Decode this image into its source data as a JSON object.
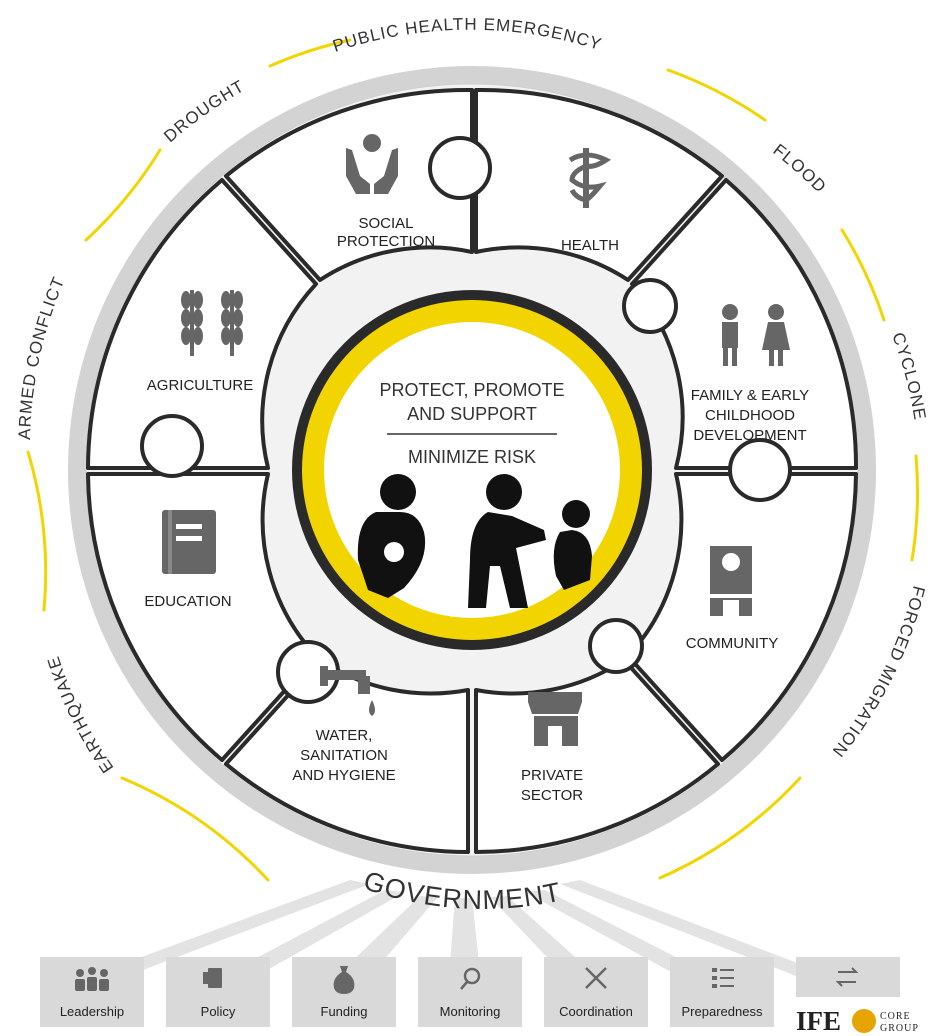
{
  "hazards": {
    "top": "PUBLIC HEALTH EMERGENCY",
    "flood": "FLOOD",
    "cyclone": "CYCLONE",
    "forced_migration": "FORCED MIGRATION",
    "drought": "DROUGHT",
    "armed_conflict": "ARMED CONFLICT",
    "earthquake": "EARTHQUAKE"
  },
  "government": "GOVERNMENT",
  "center": {
    "line1": "PROTECT, PROMOTE",
    "line2": "AND SUPPORT",
    "line3": "MINIMIZE RISK"
  },
  "sectors": {
    "social_protection": [
      "SOCIAL",
      "PROTECTION"
    ],
    "health": [
      "HEALTH"
    ],
    "family": [
      "FAMILY & EARLY",
      "CHILDHOOD",
      "DEVELOPMENT"
    ],
    "community": [
      "COMMUNITY"
    ],
    "private_sector": [
      "PRIVATE",
      "SECTOR"
    ],
    "wash": [
      "WATER,",
      "SANITATION",
      "AND HYGIENE"
    ],
    "education": [
      "EDUCATION"
    ],
    "agriculture": [
      "AGRICULTURE"
    ]
  },
  "pillars": {
    "leadership": "Leadership",
    "policy": "Policy",
    "funding": "Funding",
    "monitoring": "Monitoring",
    "coordination": "Coordination",
    "preparedness": "Preparedness"
  },
  "logo": {
    "ife": "IFE",
    "core": "CORE",
    "group": "GROUP"
  },
  "colors": {
    "ring_gray": "#d3d3d3",
    "yellow": "#f2d500",
    "dark": "#222222",
    "icon_gray": "#666666",
    "pillar_box": "#d9d9d9"
  }
}
